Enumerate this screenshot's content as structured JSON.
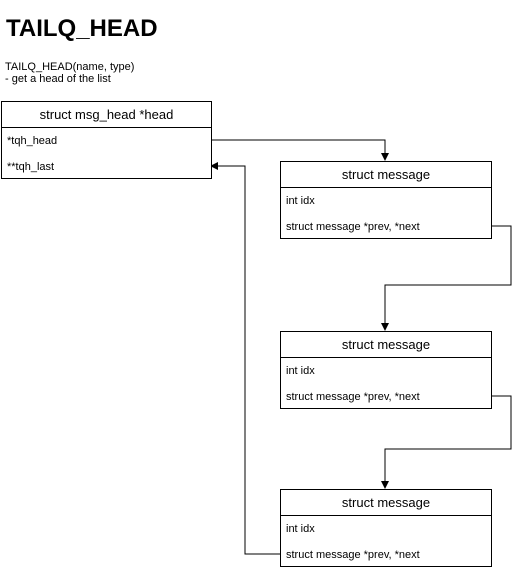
{
  "title": "TAILQ_HEAD",
  "description": {
    "line1": "TAILQ_HEAD(name, type)",
    "line2": "- get a head of the list"
  },
  "head_box": {
    "header": "struct msg_head *head",
    "fields": [
      "*tqh_head",
      "**tqh_last"
    ]
  },
  "messages": [
    {
      "header": "struct message",
      "fields": [
        "int idx",
        "struct message *prev, *next"
      ]
    },
    {
      "header": "struct message",
      "fields": [
        "int idx",
        "struct message *prev, *next"
      ]
    },
    {
      "header": "struct message",
      "fields": [
        "int idx",
        "struct message *prev, *next"
      ]
    }
  ],
  "colors": {
    "line": "#000000",
    "background": "#ffffff"
  }
}
